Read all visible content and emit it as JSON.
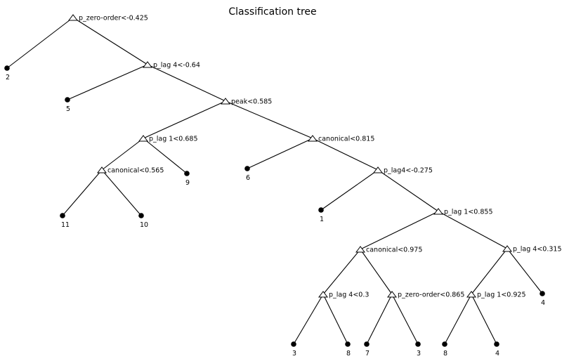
{
  "title": "Classification tree",
  "nodes": {
    "n0": {
      "type": "split",
      "label": "p_zero-order<-0.425"
    },
    "n1": {
      "type": "leaf",
      "label": "2"
    },
    "n2": {
      "type": "split",
      "label": "p_lag 4<-0.64"
    },
    "n3": {
      "type": "leaf",
      "label": "5"
    },
    "n4": {
      "type": "split",
      "label": "peak<0.585"
    },
    "n5": {
      "type": "split",
      "label": "p_lag 1<0.685"
    },
    "n6": {
      "type": "split",
      "label": "canonical<0.565"
    },
    "n7": {
      "type": "leaf",
      "label": "11"
    },
    "n8": {
      "type": "leaf",
      "label": "10"
    },
    "n9": {
      "type": "leaf",
      "label": "9"
    },
    "n10": {
      "type": "split",
      "label": "canonical<0.815"
    },
    "n11": {
      "type": "leaf",
      "label": "6"
    },
    "n12": {
      "type": "split",
      "label": "p_lag4<-0.275"
    },
    "n13": {
      "type": "leaf",
      "label": "1"
    },
    "n14": {
      "type": "split",
      "label": "p_lag 1<0.855"
    },
    "n15": {
      "type": "split",
      "label": "canonical<0.975"
    },
    "n16": {
      "type": "split",
      "label": "p_lag 4<0.3"
    },
    "n17": {
      "type": "leaf",
      "label": "3"
    },
    "n18": {
      "type": "leaf",
      "label": "8"
    },
    "n19": {
      "type": "split",
      "label": "p_zero-order<0.865"
    },
    "n20": {
      "type": "leaf",
      "label": "7"
    },
    "n21": {
      "type": "leaf",
      "label": "3"
    },
    "n22": {
      "type": "split",
      "label": "p_lag 4<0.315"
    },
    "n23": {
      "type": "split",
      "label": "p_lag 1<0.925"
    },
    "n24": {
      "type": "leaf",
      "label": "8"
    },
    "n25": {
      "type": "leaf",
      "label": "4"
    },
    "n26": {
      "type": "leaf",
      "label": "4"
    }
  },
  "edges": [
    [
      "n0",
      "n1"
    ],
    [
      "n0",
      "n2"
    ],
    [
      "n2",
      "n3"
    ],
    [
      "n2",
      "n4"
    ],
    [
      "n4",
      "n5"
    ],
    [
      "n4",
      "n10"
    ],
    [
      "n5",
      "n6"
    ],
    [
      "n5",
      "n9"
    ],
    [
      "n6",
      "n7"
    ],
    [
      "n6",
      "n8"
    ],
    [
      "n10",
      "n11"
    ],
    [
      "n10",
      "n12"
    ],
    [
      "n12",
      "n13"
    ],
    [
      "n12",
      "n14"
    ],
    [
      "n14",
      "n15"
    ],
    [
      "n14",
      "n22"
    ],
    [
      "n15",
      "n16"
    ],
    [
      "n15",
      "n19"
    ],
    [
      "n16",
      "n17"
    ],
    [
      "n16",
      "n18"
    ],
    [
      "n19",
      "n20"
    ],
    [
      "n19",
      "n21"
    ],
    [
      "n22",
      "n23"
    ],
    [
      "n22",
      "n26"
    ],
    [
      "n23",
      "n24"
    ],
    [
      "n23",
      "n25"
    ]
  ]
}
